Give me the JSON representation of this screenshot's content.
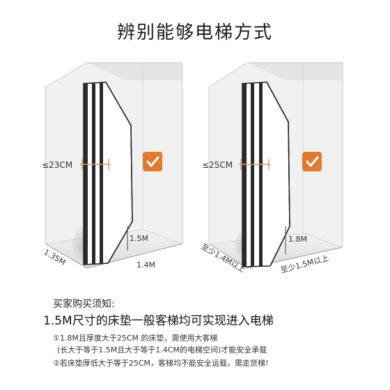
{
  "title": "辨别能够电梯方式",
  "left_scene": {
    "thickness_label": "≤23CM",
    "height_label": "1.5M",
    "depth_label": "1.35M",
    "width_label": "1.4M",
    "check_icon": "check-icon"
  },
  "right_scene": {
    "thickness_label": "≤25CM",
    "height_label": "1.8M",
    "depth_label": "至少1.4M以上",
    "width_label": "至少1.5M以上",
    "check_icon": "check-icon"
  },
  "notes": {
    "heading": "买家购买须知:",
    "main": "1.5M尺寸的床垫一般客梯均可实现进入电梯",
    "item1": "①1.8M且厚度大于25CM 的床垫，需使用大客梯",
    "item1_sub": "(长大于等于1.5M且大于等于1.4CM的电梯空间)才能安全承载",
    "item2": "②若床垫厚低大于等于25CM，客梯均不能安全运载，需走货梯!"
  },
  "colors": {
    "check_badge": "#e07a2e",
    "mattress_gold": "#d4a06a"
  }
}
